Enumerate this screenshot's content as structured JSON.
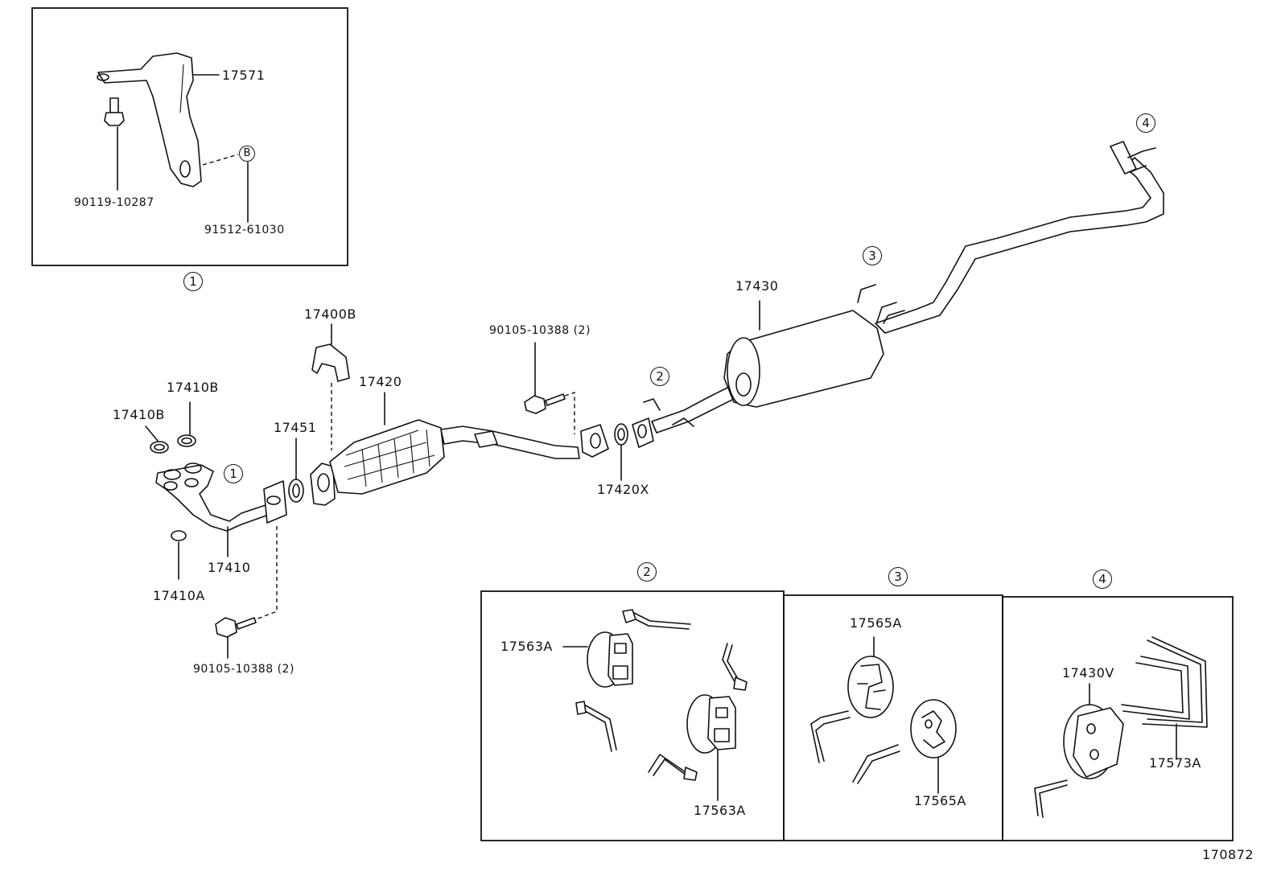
{
  "diagram_code": "170872",
  "callouts": {
    "c1": "1",
    "c2": "2",
    "c3": "3",
    "c4": "4",
    "cB": "B"
  },
  "parts": {
    "p17571": "17571",
    "p90119": "90119-10287",
    "p91512": "91512-61030",
    "p17400B": "17400B",
    "p17410B_a": "17410B",
    "p17410B_b": "17410B",
    "p17420": "17420",
    "p17451": "17451",
    "p17410": "17410",
    "p17410A": "17410A",
    "p90105_a": "90105-10388 (2)",
    "p90105_b": "90105-10388 (2)",
    "p17420X": "17420X",
    "p17430": "17430",
    "p17563A_a": "17563A",
    "p17563A_b": "17563A",
    "p17565A_a": "17565A",
    "p17565A_b": "17565A",
    "p17430V": "17430V",
    "p17573A": "17573A"
  }
}
